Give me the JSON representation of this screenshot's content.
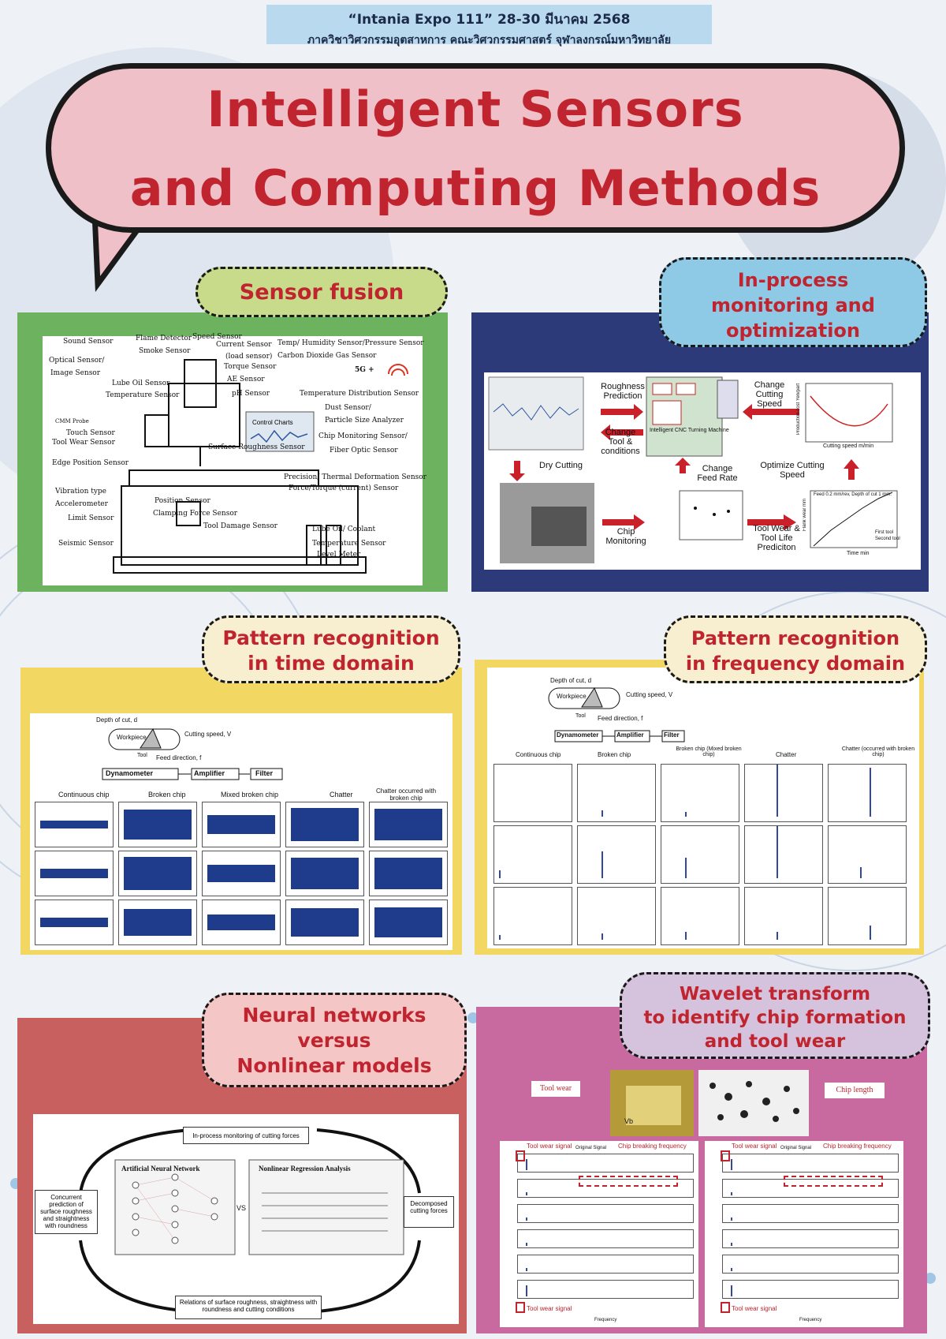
{
  "event": {
    "line1": "“Intania Expo 111” 28-30 มีนาคม 2568",
    "line2": "ภาควิชาวิศวกรรมอุตสาหการ คณะวิศวกรรมศาสตร์ จุฬาลงกรณ์มหาวิทยาลัย"
  },
  "title": {
    "line1": "Intelligent Sensors",
    "line2": "and Computing Methods"
  },
  "colors": {
    "title_red": "#c0242e",
    "green": "#6db35f",
    "navy": "#2c3a7a",
    "yellow": "#f2d863",
    "rose": "#c86060",
    "pink": "#c86aa0"
  },
  "sensor_fusion": {
    "heading": "Sensor fusion",
    "labels": [
      "Sound Sensor",
      "Flame Detector",
      "Speed Sensor",
      "Current Sensor",
      "Temp/ Humidity Sensor/Pressure Sensor",
      "Smoke Sensor",
      "(load sensor)",
      "Carbon Dioxide Gas Sensor",
      "Optical Sensor/",
      "Image Sensor",
      "Torque Sensor",
      "AE Sensor",
      "5G +",
      "Lube Oil Sensor",
      "pH Sensor",
      "Temperature Sensor",
      "Temperature Distribution Sensor",
      "Dust Sensor/",
      "Particle Size Analyzer",
      "CMM Probe",
      "Touch Sensor",
      "Chip Monitoring Sensor/",
      "Tool Wear Sensor",
      "Surface Roughness Sensor",
      "Fiber Optic Sensor",
      "Edge Position Sensor",
      "Precision/ Thermal Deformation Sensor",
      "Vibration type",
      "Force/Torque (current) Sensor",
      "Accelerometer",
      "Position Sensor",
      "Clamping Force Sensor",
      "Limit Sensor",
      "Tool Damage Sensor",
      "Lube Oil/ Coolant",
      "Seismic Sensor",
      "Temperature Sensor",
      "Level Meter",
      "Control Charts"
    ]
  },
  "inprocess": {
    "heading": [
      "In-process",
      "monitoring and",
      "optimization"
    ],
    "labels": [
      "Roughness Prediction",
      "Change Tool & conditions",
      "Change Cutting Speed",
      "Dry Cutting",
      "Change Feed Rate",
      "Optimize Cutting Speed",
      "Chip Monitoring",
      "Tool Wear & Tool Life Prediciton",
      "Intelligent CNC Turning Machine",
      "Cutting speed m/min",
      "Time min",
      "First tool",
      "Second tool",
      "Feed 0.2 mm/rev, Depth of cut 1 mm.",
      "Production cost  Yen/part",
      "Flank wear mm"
    ]
  },
  "time_domain": {
    "heading": [
      "Pattern recognition",
      "in time domain"
    ],
    "setup": [
      "Depth of cut, d",
      "Workpiece",
      "Cutting speed, V",
      "Tool",
      "Feed direction, f",
      "Dynamometer",
      "Amplifier",
      "Filter"
    ],
    "columns": [
      "Continuous chip",
      "Broken chip",
      "Mixed broken chip",
      "Chatter",
      "Chatter occurred with broken chip"
    ]
  },
  "freq_domain": {
    "heading": [
      "Pattern recognition",
      "in frequency domain"
    ],
    "setup": [
      "Depth of cut, d",
      "Workpiece",
      "Cutting speed, V",
      "Tool",
      "Feed direction, f",
      "Dynamometer",
      "Amplifier",
      "Filter"
    ],
    "columns": [
      "Continuous chip",
      "Broken chip",
      "Broken chip (Mixed broken chip)",
      "Chatter",
      "Chatter (occurred with broken chip)"
    ]
  },
  "neural": {
    "heading": [
      "Neural networks",
      "versus",
      "Nonlinear models"
    ],
    "top_box": "In-process monitoring of cutting forces",
    "left_box": "Concurrent prediction of surface roughness and straightness with roundness",
    "right_box": "Decomposed cutting forces",
    "bottom_box": "Relations of surface roughness, straightness with roundness and cutting conditions",
    "ann": "Artificial Neural Network",
    "vs": "VS",
    "nra": "Nonlinear Regression Analysis"
  },
  "wavelet": {
    "heading": [
      "Wavelet transform",
      "to identify chip formation",
      "and tool wear"
    ],
    "tool_wear": "Tool wear",
    "chip_length": "Chip length",
    "vb": "Vb",
    "tool_wear_signal": "Tool wear signal",
    "chip_breaking_frequency": "Chip breaking frequency",
    "original_signal": "Original Signal",
    "frequency": "Frequency"
  }
}
